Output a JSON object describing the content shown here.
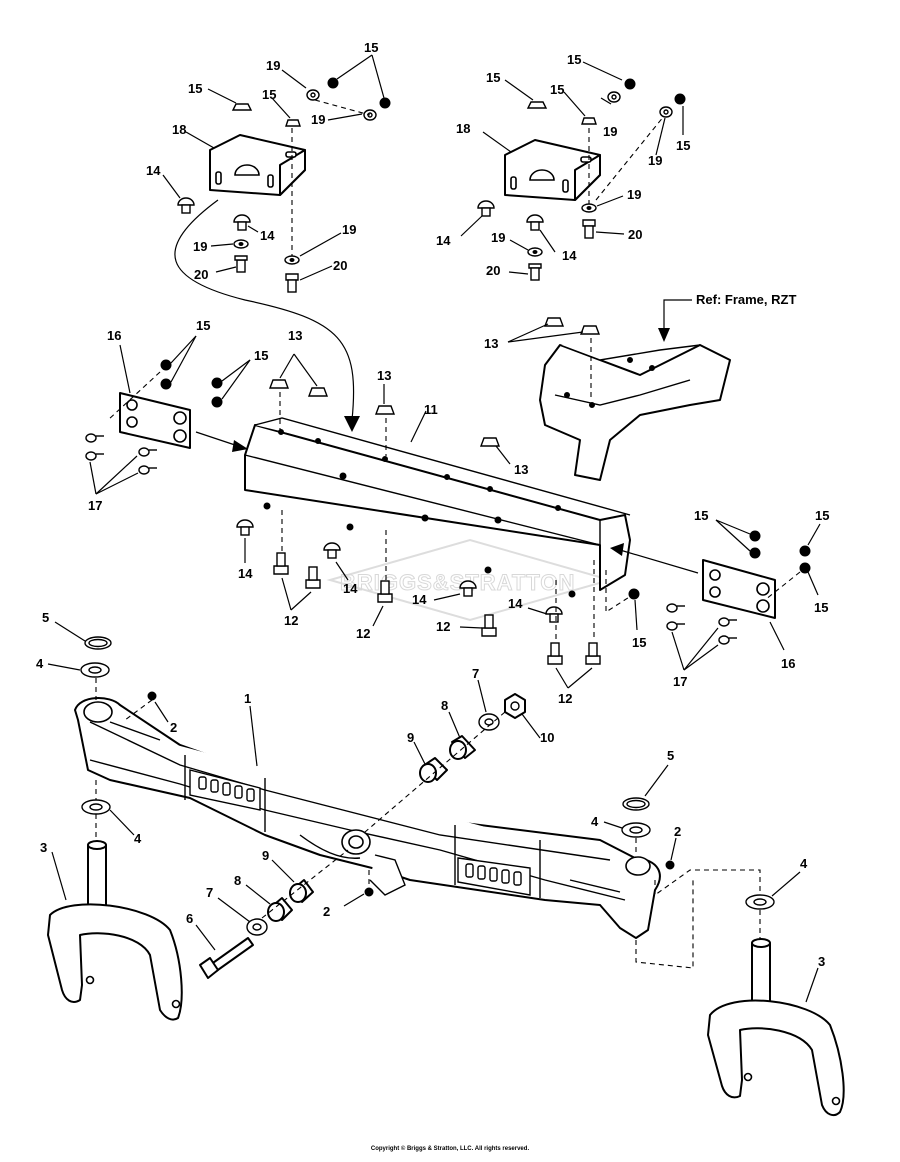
{
  "diagram": {
    "reference_label": "Ref: Frame, RZT",
    "watermark": "BRIGGS&STRATTON",
    "copyright": "Copyright © Briggs & Stratton, LLC. All rights reserved.",
    "callouts": {
      "c1": "1",
      "c2": "2",
      "c3": "3",
      "c4": "4",
      "c5": "5",
      "c6": "6",
      "c7": "7",
      "c8": "8",
      "c9": "9",
      "c10": "10",
      "c11": "11",
      "c12": "12",
      "c13": "13",
      "c14": "14",
      "c15": "15",
      "c16": "16",
      "c17": "17",
      "c18": "18",
      "c19": "19",
      "c20": "20"
    }
  }
}
